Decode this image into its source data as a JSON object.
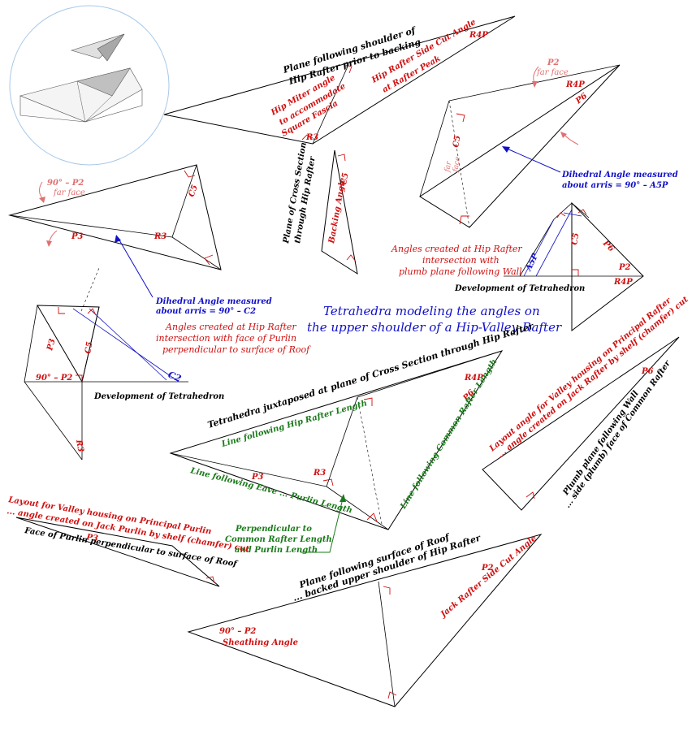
{
  "title": {
    "line1": "Tetrahedra modeling the angles on",
    "line2": "the upper shoulder of a Hip-Valley Rafter"
  },
  "labels": {
    "plane_shoulder_1": "Plane following shoulder of",
    "plane_shoulder_2": "Hip Rafter prior to backing",
    "r4p": "R4P",
    "hip_side_cut_1": "Hip Rafter Side Cut Angle",
    "hip_side_cut_2": "at Rafter Peak",
    "hip_miter_1": "Hip Miter angle",
    "hip_miter_2": "to accommodate",
    "hip_miter_3": "Square Fascia",
    "r3": "R3",
    "p2_far_1": "P2",
    "p2_far_2": "far face",
    "p6": "P6",
    "c5": "C5",
    "far": "far",
    "face": "face",
    "dihedral_a5p_1": "Dihedral Angle measured",
    "dihedral_a5p_2": "about arris = 90° – A5P",
    "p90_p2": "90° – P2",
    "far_face": "far face",
    "p3": "P3",
    "cross_section_1": "Plane of Cross Section",
    "cross_section_2": "through Hip Rafter",
    "backing_angle": "Backing Angle",
    "hip_wall_1": "Angles created at Hip Rafter",
    "hip_wall_2": "intersection with",
    "hip_wall_3": "plumb plane following Wall",
    "a5p": "A5P",
    "development": "Development of Tetrahedron",
    "dihedral_c2_1": "Dihedral Angle measured",
    "dihedral_c2_2": "about arris = 90° – C2",
    "hip_purlin_1": "Angles created at Hip Rafter",
    "hip_purlin_2": "intersection with face of Purlin",
    "hip_purlin_3": "perpendicular to surface of Roof",
    "c2": "C2",
    "juxtaposed": "Tetrahedra juxtaposed at plane of Cross Section through Hip Rafter",
    "line_hip": "Line following Hip Rafter Length",
    "line_common": "Line following Common Rafter Length",
    "line_eave": "Line following Eave ... Purlin Length",
    "perp_1": "Perpendicular to",
    "perp_2": "Common Rafter Length",
    "perp_3": "and Purlin Length",
    "valley_rafter_1": "Layout angle for Valley housing on Principal Rafter",
    "valley_rafter_2": "... angle created on Jack Rafter by shelf (chamfer) cut",
    "plumb_wall_1": "Plumb plane following Wall",
    "plumb_wall_2": "... side (plumb) face of Common Rafter",
    "valley_purlin_1": "Layout for Valley housing on Principal Purlin",
    "valley_purlin_2": "... angle created on Jack Purlin by shelf (chamfer) cut",
    "face_purlin": "Face of Purlin perpendicular to surface of Roof",
    "roof_plane_1": "Plane following surface of Roof",
    "roof_plane_2": "... backed upper shoulder of Hip Rafter",
    "p2": "P2",
    "jack_side_cut": "Jack Rafter Side Cut Angle",
    "sheathing": "Sheathing Angle"
  }
}
